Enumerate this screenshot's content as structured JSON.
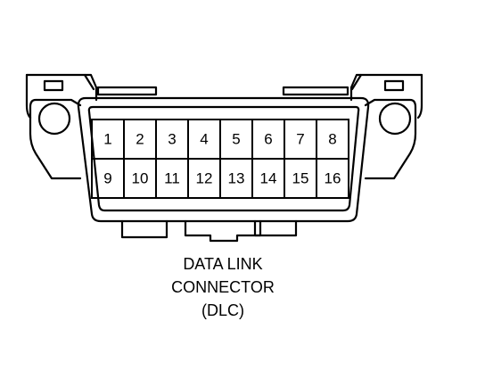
{
  "diagram": {
    "pins_top": [
      "1",
      "2",
      "3",
      "4",
      "5",
      "6",
      "7",
      "8"
    ],
    "pins_bottom": [
      "9",
      "10",
      "11",
      "12",
      "13",
      "14",
      "15",
      "16"
    ],
    "caption": {
      "line1": "DATA LINK",
      "line2": "CONNECTOR",
      "line3": "(DLC)"
    }
  }
}
